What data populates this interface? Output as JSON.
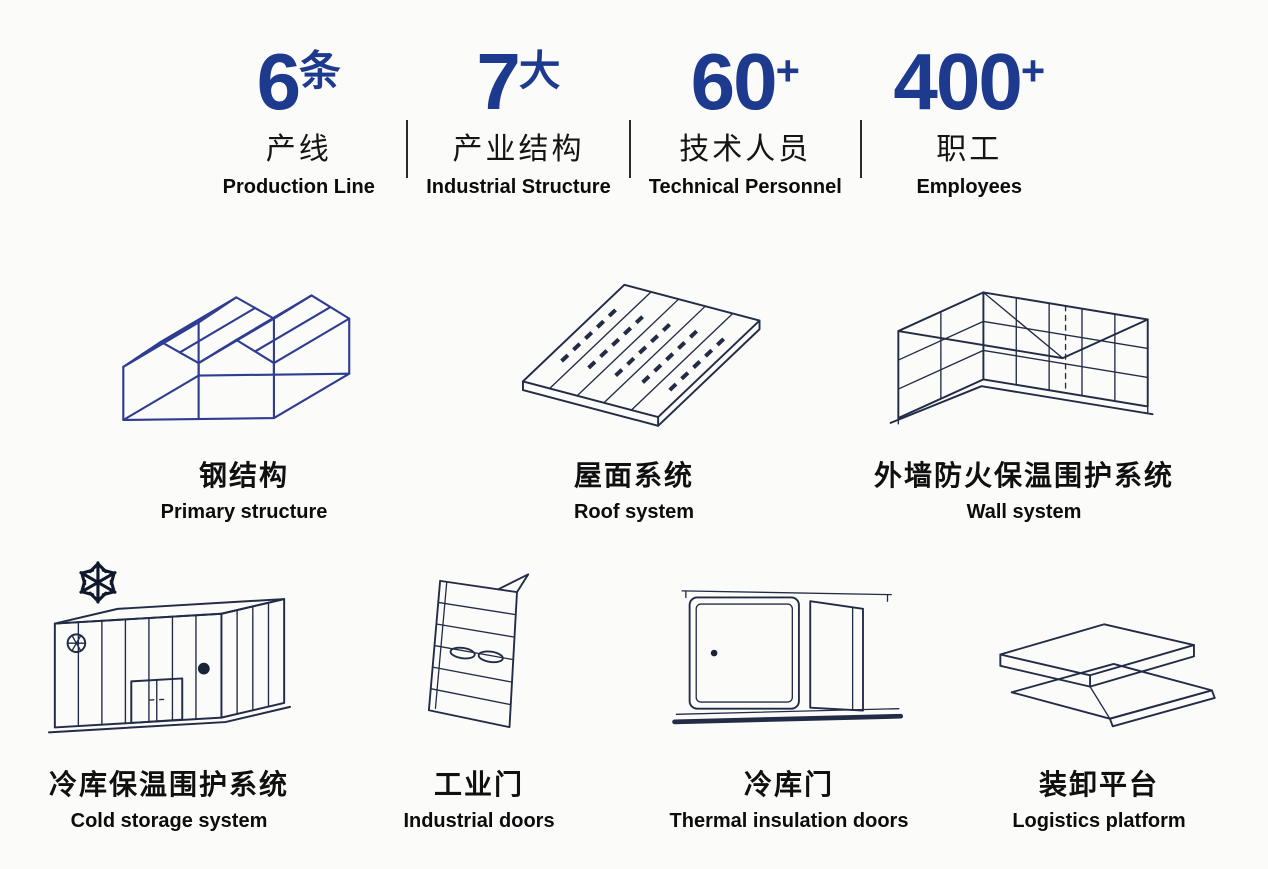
{
  "colors": {
    "accent": "#1d3a8e",
    "ink": "#111111",
    "line": "#232c46",
    "steel_blue": "#2e3d91",
    "background": "#fbfbf9"
  },
  "stats": [
    {
      "value": "6",
      "unit": "条",
      "label_zh": "产线",
      "label_en": "Production Line"
    },
    {
      "value": "7",
      "unit": "大",
      "label_zh": "产业结构",
      "label_en": "Industrial Structure"
    },
    {
      "value": "60",
      "unit": "+",
      "label_zh": "技术人员",
      "label_en": "Technical Personnel"
    },
    {
      "value": "400",
      "unit": "+",
      "label_zh": "职工",
      "label_en": "Employees"
    }
  ],
  "products_row1": [
    {
      "zh": "钢结构",
      "en": "Primary structure",
      "icon": "steel-structure-icon"
    },
    {
      "zh": "屋面系统",
      "en": "Roof system",
      "icon": "roof-system-icon"
    },
    {
      "zh": "外墙防火保温围护系统",
      "en": "Wall system",
      "icon": "wall-system-icon"
    }
  ],
  "products_row2": [
    {
      "zh": "冷库保温围护系统",
      "en": "Cold storage system",
      "icon": "cold-storage-icon"
    },
    {
      "zh": "工业门",
      "en": "Industrial doors",
      "icon": "industrial-door-icon"
    },
    {
      "zh": "冷库门",
      "en": "Thermal insulation doors",
      "icon": "insulation-door-icon"
    },
    {
      "zh": "装卸平台",
      "en": "Logistics platform",
      "icon": "loading-platform-icon"
    }
  ]
}
